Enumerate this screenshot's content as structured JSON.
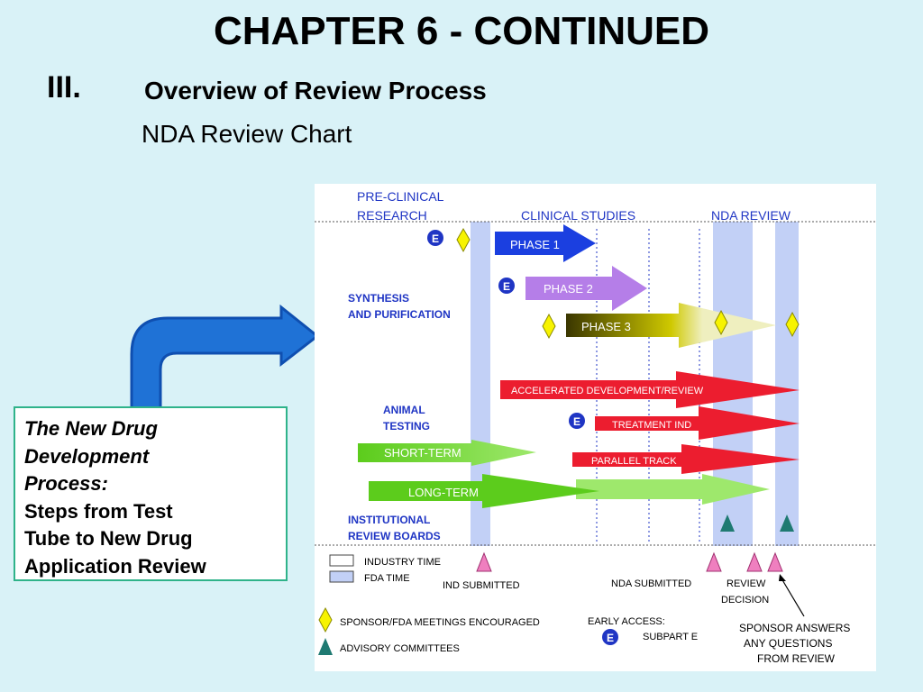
{
  "slide": {
    "title": "CHAPTER 6 - CONTINUED",
    "section_numeral": "III.",
    "section_title": "Overview of Review Process",
    "subtitle": "NDA Review Chart"
  },
  "caption": {
    "line1": "The New Drug",
    "line2": "Development",
    "line3": "Process:",
    "line4": "Steps from Test",
    "line5": "Tube to New Drug",
    "line6": "Application Review"
  },
  "chart": {
    "columns": {
      "preclinical_1": "PRE-CLINICAL",
      "preclinical_2": "RESEARCH",
      "clinical": "CLINICAL STUDIES",
      "nda_review": "NDA REVIEW"
    },
    "side_labels": {
      "synthesis_1": "SYNTHESIS",
      "synthesis_2": "AND PURIFICATION",
      "animal_1": "ANIMAL",
      "animal_2": "TESTING",
      "irb_1": "INSTITUTIONAL",
      "irb_2": "REVIEW BOARDS"
    },
    "arrows": {
      "phase1": "PHASE 1",
      "phase2": "PHASE 2",
      "phase3": "PHASE 3",
      "accelerated": "ACCELERATED  DEVELOPMENT/REVIEW",
      "treatment_ind": "TREATMENT IND",
      "parallel_track": "PARALLEL TRACK",
      "short_term": "SHORT-TERM",
      "long_term": "LONG-TERM"
    },
    "e_marker": "E",
    "legend": {
      "industry_time": "INDUSTRY TIME",
      "fda_time": "FDA TIME",
      "ind_submitted": "IND SUBMITTED",
      "nda_submitted": "NDA SUBMITTED",
      "review_1": "REVIEW",
      "review_2": "DECISION",
      "meetings": "SPONSOR/FDA MEETINGS ENCOURAGED",
      "advisory": "ADVISORY COMMITTEES",
      "early_access_1": "EARLY ACCESS:",
      "early_access_2": "SUBPART E",
      "sponsor_1": "SPONSOR ANSWERS",
      "sponsor_2": "ANY QUESTIONS",
      "sponsor_3": "FROM REVIEW"
    },
    "colors": {
      "blue_text": "#1f35c4",
      "fda_band": "#c2d0f6",
      "phase1": "#1b3fe0",
      "phase2": "#b57ee8",
      "phase3_dark": "#3a3600",
      "phase3_light": "#efefbf",
      "red": "#ec1d2f",
      "green_dark": "#5ccc1c",
      "green_light": "#9ee86c",
      "yellow": "#f7f300",
      "pink": "#ef7fbf",
      "teal": "#1f7a72",
      "bent_arrow": "#1f72d6"
    }
  }
}
